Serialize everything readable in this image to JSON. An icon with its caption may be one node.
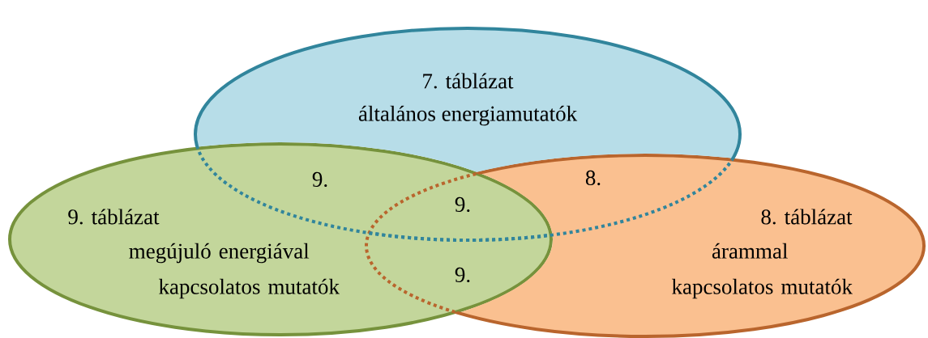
{
  "diagram": {
    "nodes": [
      {
        "text": [
          "7. táblázat",
          "általános energiamutatók"
        ]
      },
      {
        "text": [
          "9. táblázat",
          "megújuló energiával kapcsolatos mutatók"
        ]
      },
      {
        "text": [
          "8. táblázat",
          "árammal kapcsolatos mutatók"
        ]
      }
    ],
    "labels": [
      "9.",
      "8.",
      "9.",
      "9."
    ]
  }
}
